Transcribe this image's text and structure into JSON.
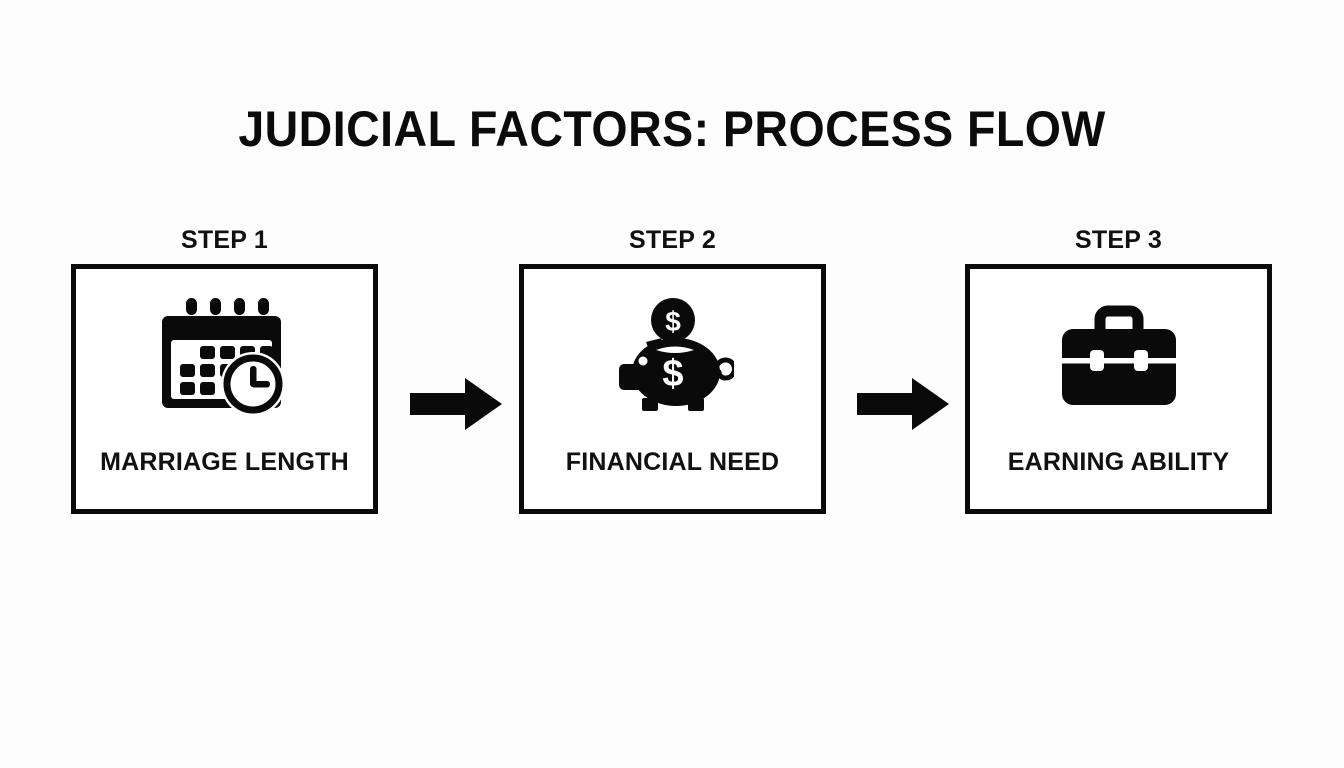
{
  "slide": {
    "title": "JUDICIAL FACTORS: PROCESS FLOW",
    "background_color": "#fdfdfd",
    "ink_color": "#0a0a0a"
  },
  "flow": {
    "steps": [
      {
        "step_label": "STEP 1",
        "card_label": "MARRIAGE LENGTH",
        "icon": "calendar-clock-icon"
      },
      {
        "step_label": "STEP 2",
        "card_label": "FINANCIAL NEED",
        "icon": "piggy-bank-coin-icon"
      },
      {
        "step_label": "STEP 3",
        "card_label": "EARNING ABILITY",
        "icon": "briefcase-icon"
      }
    ],
    "connectors": [
      {
        "icon": "arrow-right-icon"
      },
      {
        "icon": "arrow-right-icon"
      }
    ]
  }
}
